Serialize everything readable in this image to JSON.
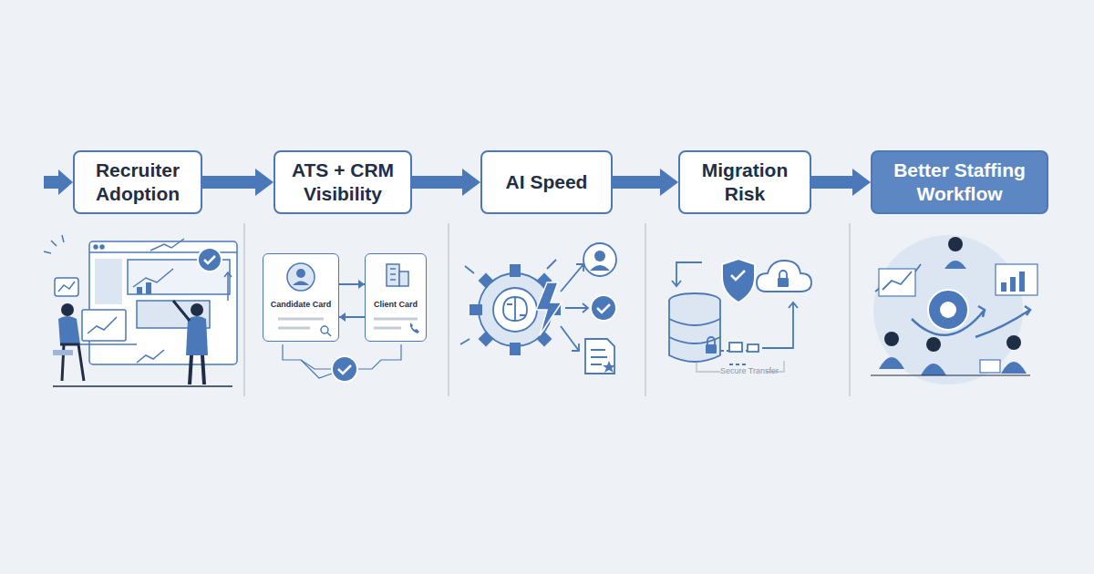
{
  "diagram": {
    "nodes": [
      {
        "text": [
          "Recruiter Adoption"
        ]
      },
      {
        "text": [
          "ATS + CRM Visibility"
        ]
      },
      {
        "text": [
          "AI Speed"
        ]
      },
      {
        "text": [
          "Migration Risk"
        ]
      },
      {
        "text": [
          "Better Staffing Workflow"
        ]
      },
      {
        "text": [
          "Candidate Card"
        ]
      },
      {
        "text": [
          "Client Card"
        ]
      }
    ],
    "edges": [
      {
        "from": 0,
        "to": 1,
        "arrow": "to"
      },
      {
        "from": 1,
        "to": 2,
        "arrow": "to"
      },
      {
        "from": 2,
        "to": 3,
        "arrow": "to"
      },
      {
        "from": 3,
        "to": 4,
        "arrow": "to"
      },
      {
        "from": 5,
        "to": 6,
        "arrow": "to"
      },
      {
        "from": 6,
        "to": 5,
        "arrow": "to"
      }
    ],
    "labels": [
      "Secure Transfer"
    ]
  }
}
